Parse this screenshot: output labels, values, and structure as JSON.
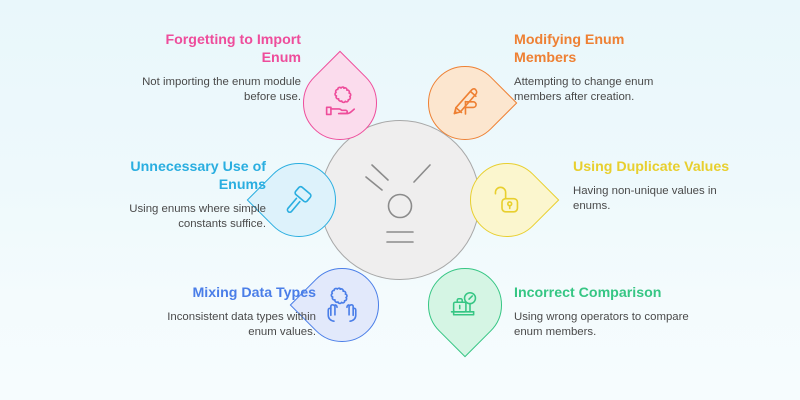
{
  "theme": {
    "background_top": "#e9f7fb",
    "background_bottom": "#f6fcfe",
    "hub_fill": "#efeeee",
    "hub_stroke": "#a8a8a8",
    "body_text": "#4a4a4a"
  },
  "center": {
    "icon": "idea-lightbulb-abstract-icon",
    "stroke": "#8b8b8b"
  },
  "items": [
    {
      "id": "forgetting-to-import-enum",
      "title": "Forgetting to Import Enum",
      "description": "Not importing the enum module before use.",
      "color": "#ee4d9b",
      "fill": "#fbdced",
      "icon": "hand-holding-puzzle-piece-icon",
      "align": "right"
    },
    {
      "id": "modifying-enum-members",
      "title": "Modifying Enum Members",
      "description": "Attempting to change enum members after creation.",
      "color": "#ee8033",
      "fill": "#fce6cf",
      "icon": "pencil-edit-icon",
      "align": "left"
    },
    {
      "id": "unnecessary-use-of-enums",
      "title": "Unnecessary Use of Enums",
      "description": "Using enums where simple constants suffice.",
      "color": "#2aaee0",
      "fill": "#ddf2fb",
      "icon": "hammer-icon",
      "align": "right"
    },
    {
      "id": "using-duplicate-values",
      "title": "Using Duplicate Values",
      "description": "Having non-unique values in enums.",
      "color": "#e8cf2e",
      "fill": "#fbf6ce",
      "icon": "open-padlock-icon",
      "align": "left"
    },
    {
      "id": "mixing-data-types",
      "title": "Mixing Data Types",
      "description": "Inconsistent data types within enum values.",
      "color": "#4a7ee8",
      "fill": "#e2e9fb",
      "icon": "two-hands-holding-puzzle-piece-icon",
      "align": "right"
    },
    {
      "id": "incorrect-comparison",
      "title": "Incorrect Comparison",
      "description": "Using wrong operators to compare enum members.",
      "color": "#36c684",
      "fill": "#d5f5e4",
      "icon": "weighing-scale-icon",
      "align": "left"
    }
  ]
}
